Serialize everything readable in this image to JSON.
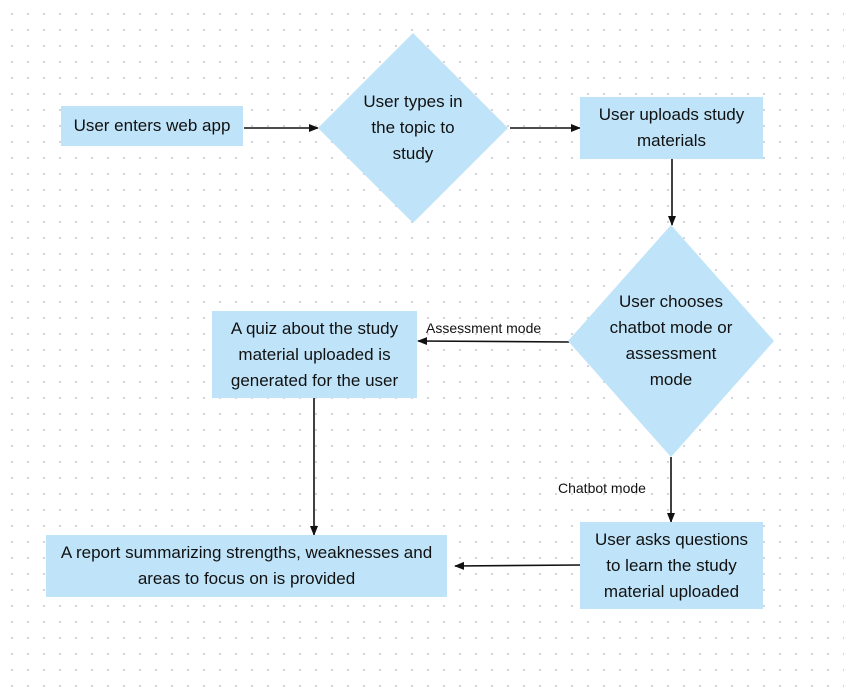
{
  "colors": {
    "node_fill": "#bfe4f9",
    "edge": "#111111",
    "dot_grid": "#cfd4da"
  },
  "nodes": {
    "enter": "User enters web app",
    "topic": "User types in the topic to study",
    "upload": "User uploads study materials",
    "choose": "User chooses chatbot mode or assessment mode",
    "quiz": "A quiz about the study material uploaded is generated for the user",
    "ask": "User asks questions to learn the study material uploaded",
    "report": "A report summarizing strengths, weaknesses and areas to focus on is provided"
  },
  "edge_labels": {
    "assessment": "Assessment mode",
    "chatbot": "Chatbot mode"
  }
}
